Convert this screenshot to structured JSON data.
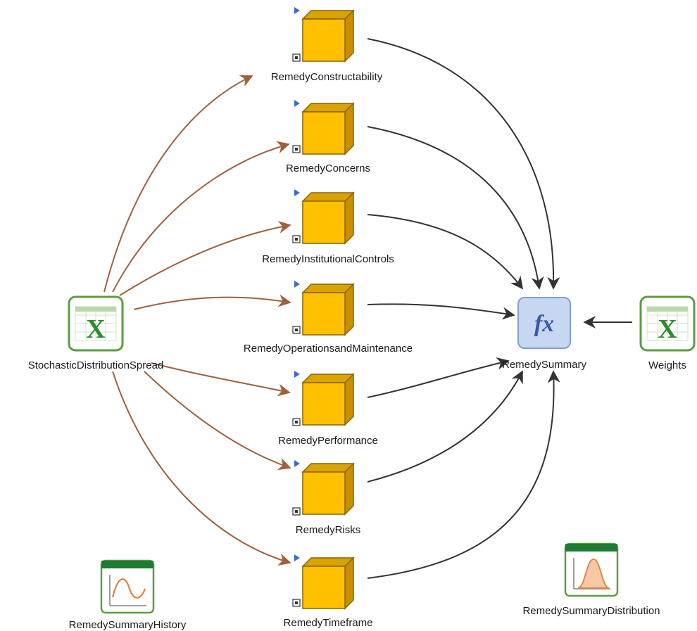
{
  "colors": {
    "input_arrow": "#a0603c",
    "output_arrow": "#333333",
    "cube_face": "#ffc000",
    "cube_side": "#c89000",
    "cube_border": "#8a6400",
    "excel_green": "#2e8b2e",
    "fx_blue": "#c7d7f2"
  },
  "nodes": {
    "stochastic": {
      "label": "StochasticDistributionSpread",
      "icon": "excel-icon"
    },
    "weights": {
      "label": "Weights",
      "icon": "excel-icon"
    },
    "summary": {
      "label": "RemedySummary",
      "icon": "function-icon",
      "glyph": "fx"
    },
    "constructability": {
      "label": "RemedyConstructability",
      "icon": "cube-icon"
    },
    "concerns": {
      "label": "RemedyConcerns",
      "icon": "cube-icon"
    },
    "institutional": {
      "label": "RemedyInstitutionalControls",
      "icon": "cube-icon"
    },
    "operations": {
      "label": "RemedyOperationsandMaintenance",
      "icon": "cube-icon"
    },
    "performance": {
      "label": "RemedyPerformance",
      "icon": "cube-icon"
    },
    "risks": {
      "label": "RemedyRisks",
      "icon": "cube-icon"
    },
    "timeframe": {
      "label": "RemedyTimeframe",
      "icon": "cube-icon"
    },
    "history": {
      "label": "RemedySummaryHistory",
      "icon": "time-history-chart-icon"
    },
    "distribution": {
      "label": "RemedySummaryDistribution",
      "icon": "distribution-chart-icon"
    }
  },
  "edges": [
    {
      "from": "stochastic",
      "to": "constructability"
    },
    {
      "from": "stochastic",
      "to": "concerns"
    },
    {
      "from": "stochastic",
      "to": "institutional"
    },
    {
      "from": "stochastic",
      "to": "operations"
    },
    {
      "from": "stochastic",
      "to": "performance"
    },
    {
      "from": "stochastic",
      "to": "risks"
    },
    {
      "from": "stochastic",
      "to": "timeframe"
    },
    {
      "from": "constructability",
      "to": "summary"
    },
    {
      "from": "concerns",
      "to": "summary"
    },
    {
      "from": "institutional",
      "to": "summary"
    },
    {
      "from": "operations",
      "to": "summary"
    },
    {
      "from": "performance",
      "to": "summary"
    },
    {
      "from": "risks",
      "to": "summary"
    },
    {
      "from": "timeframe",
      "to": "summary"
    },
    {
      "from": "weights",
      "to": "summary"
    }
  ]
}
